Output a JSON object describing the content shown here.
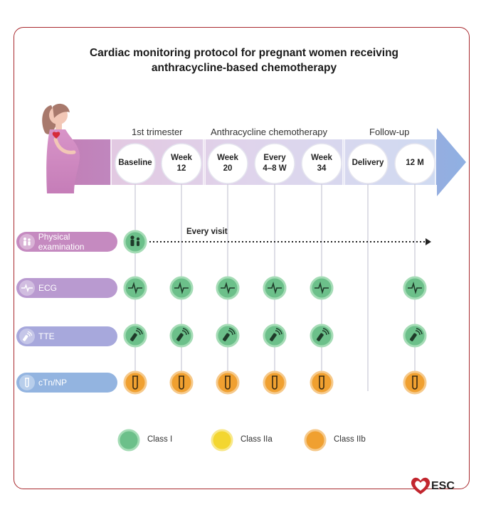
{
  "title_line1": "Cardiac monitoring protocol for pregnant women receiving",
  "title_line2": "anthracycline-based chemotherapy",
  "phases": [
    "1st trimester",
    "Anthracycline chemotherapy",
    "Follow-up"
  ],
  "timepoints": [
    {
      "line1": "Baseline",
      "line2": ""
    },
    {
      "line1": "Week",
      "line2": "12"
    },
    {
      "line1": "Week",
      "line2": "20"
    },
    {
      "line1": "Every",
      "line2": "4–8 W"
    },
    {
      "line1": "Week",
      "line2": "34"
    },
    {
      "line1": "Delivery",
      "line2": ""
    },
    {
      "line1": "12 M",
      "line2": ""
    }
  ],
  "rows": [
    {
      "label": "Physical examination",
      "icon": "doctor-patient-icon",
      "color": "#c58ac0"
    },
    {
      "label": "ECG",
      "icon": "ecg-wave-icon",
      "color": "#b99ad0"
    },
    {
      "label": "TTE",
      "icon": "ultrasound-probe-icon",
      "color": "#a7a8dc"
    },
    {
      "label": "cTn/NP",
      "icon": "test-tube-icon",
      "color": "#93b4e0"
    }
  ],
  "every_visit": "Every visit",
  "legend": [
    {
      "label": "Class I",
      "color": "#6cc08a"
    },
    {
      "label": "Class IIa",
      "color": "#f3d630"
    },
    {
      "label": "Class IIb",
      "color": "#f0a030"
    }
  ],
  "logo_text": "ESC"
}
